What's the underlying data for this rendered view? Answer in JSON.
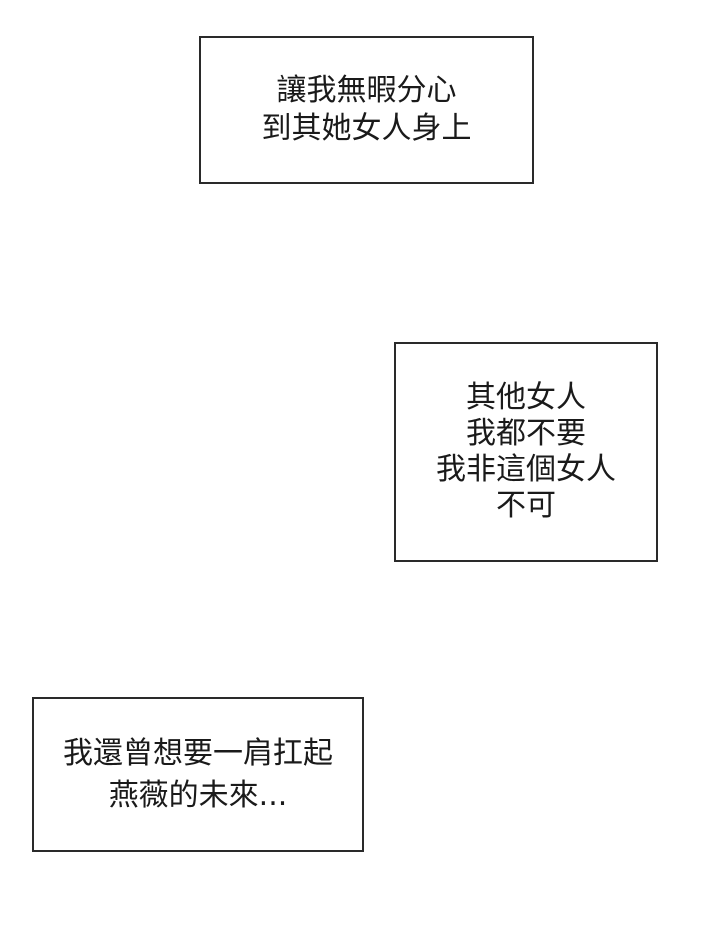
{
  "captions": [
    {
      "lines": [
        "讓我無暇分心",
        "到其她女人身上"
      ]
    },
    {
      "lines": [
        "其他女人",
        "我都不要",
        "我非這個女人",
        "不可"
      ]
    },
    {
      "lines": [
        "我還曾想要一肩扛起",
        "燕薇的未來..."
      ]
    }
  ],
  "colors": {
    "background": "#ffffff",
    "border": "#2a2a2a",
    "text": "#1a1a1a"
  }
}
